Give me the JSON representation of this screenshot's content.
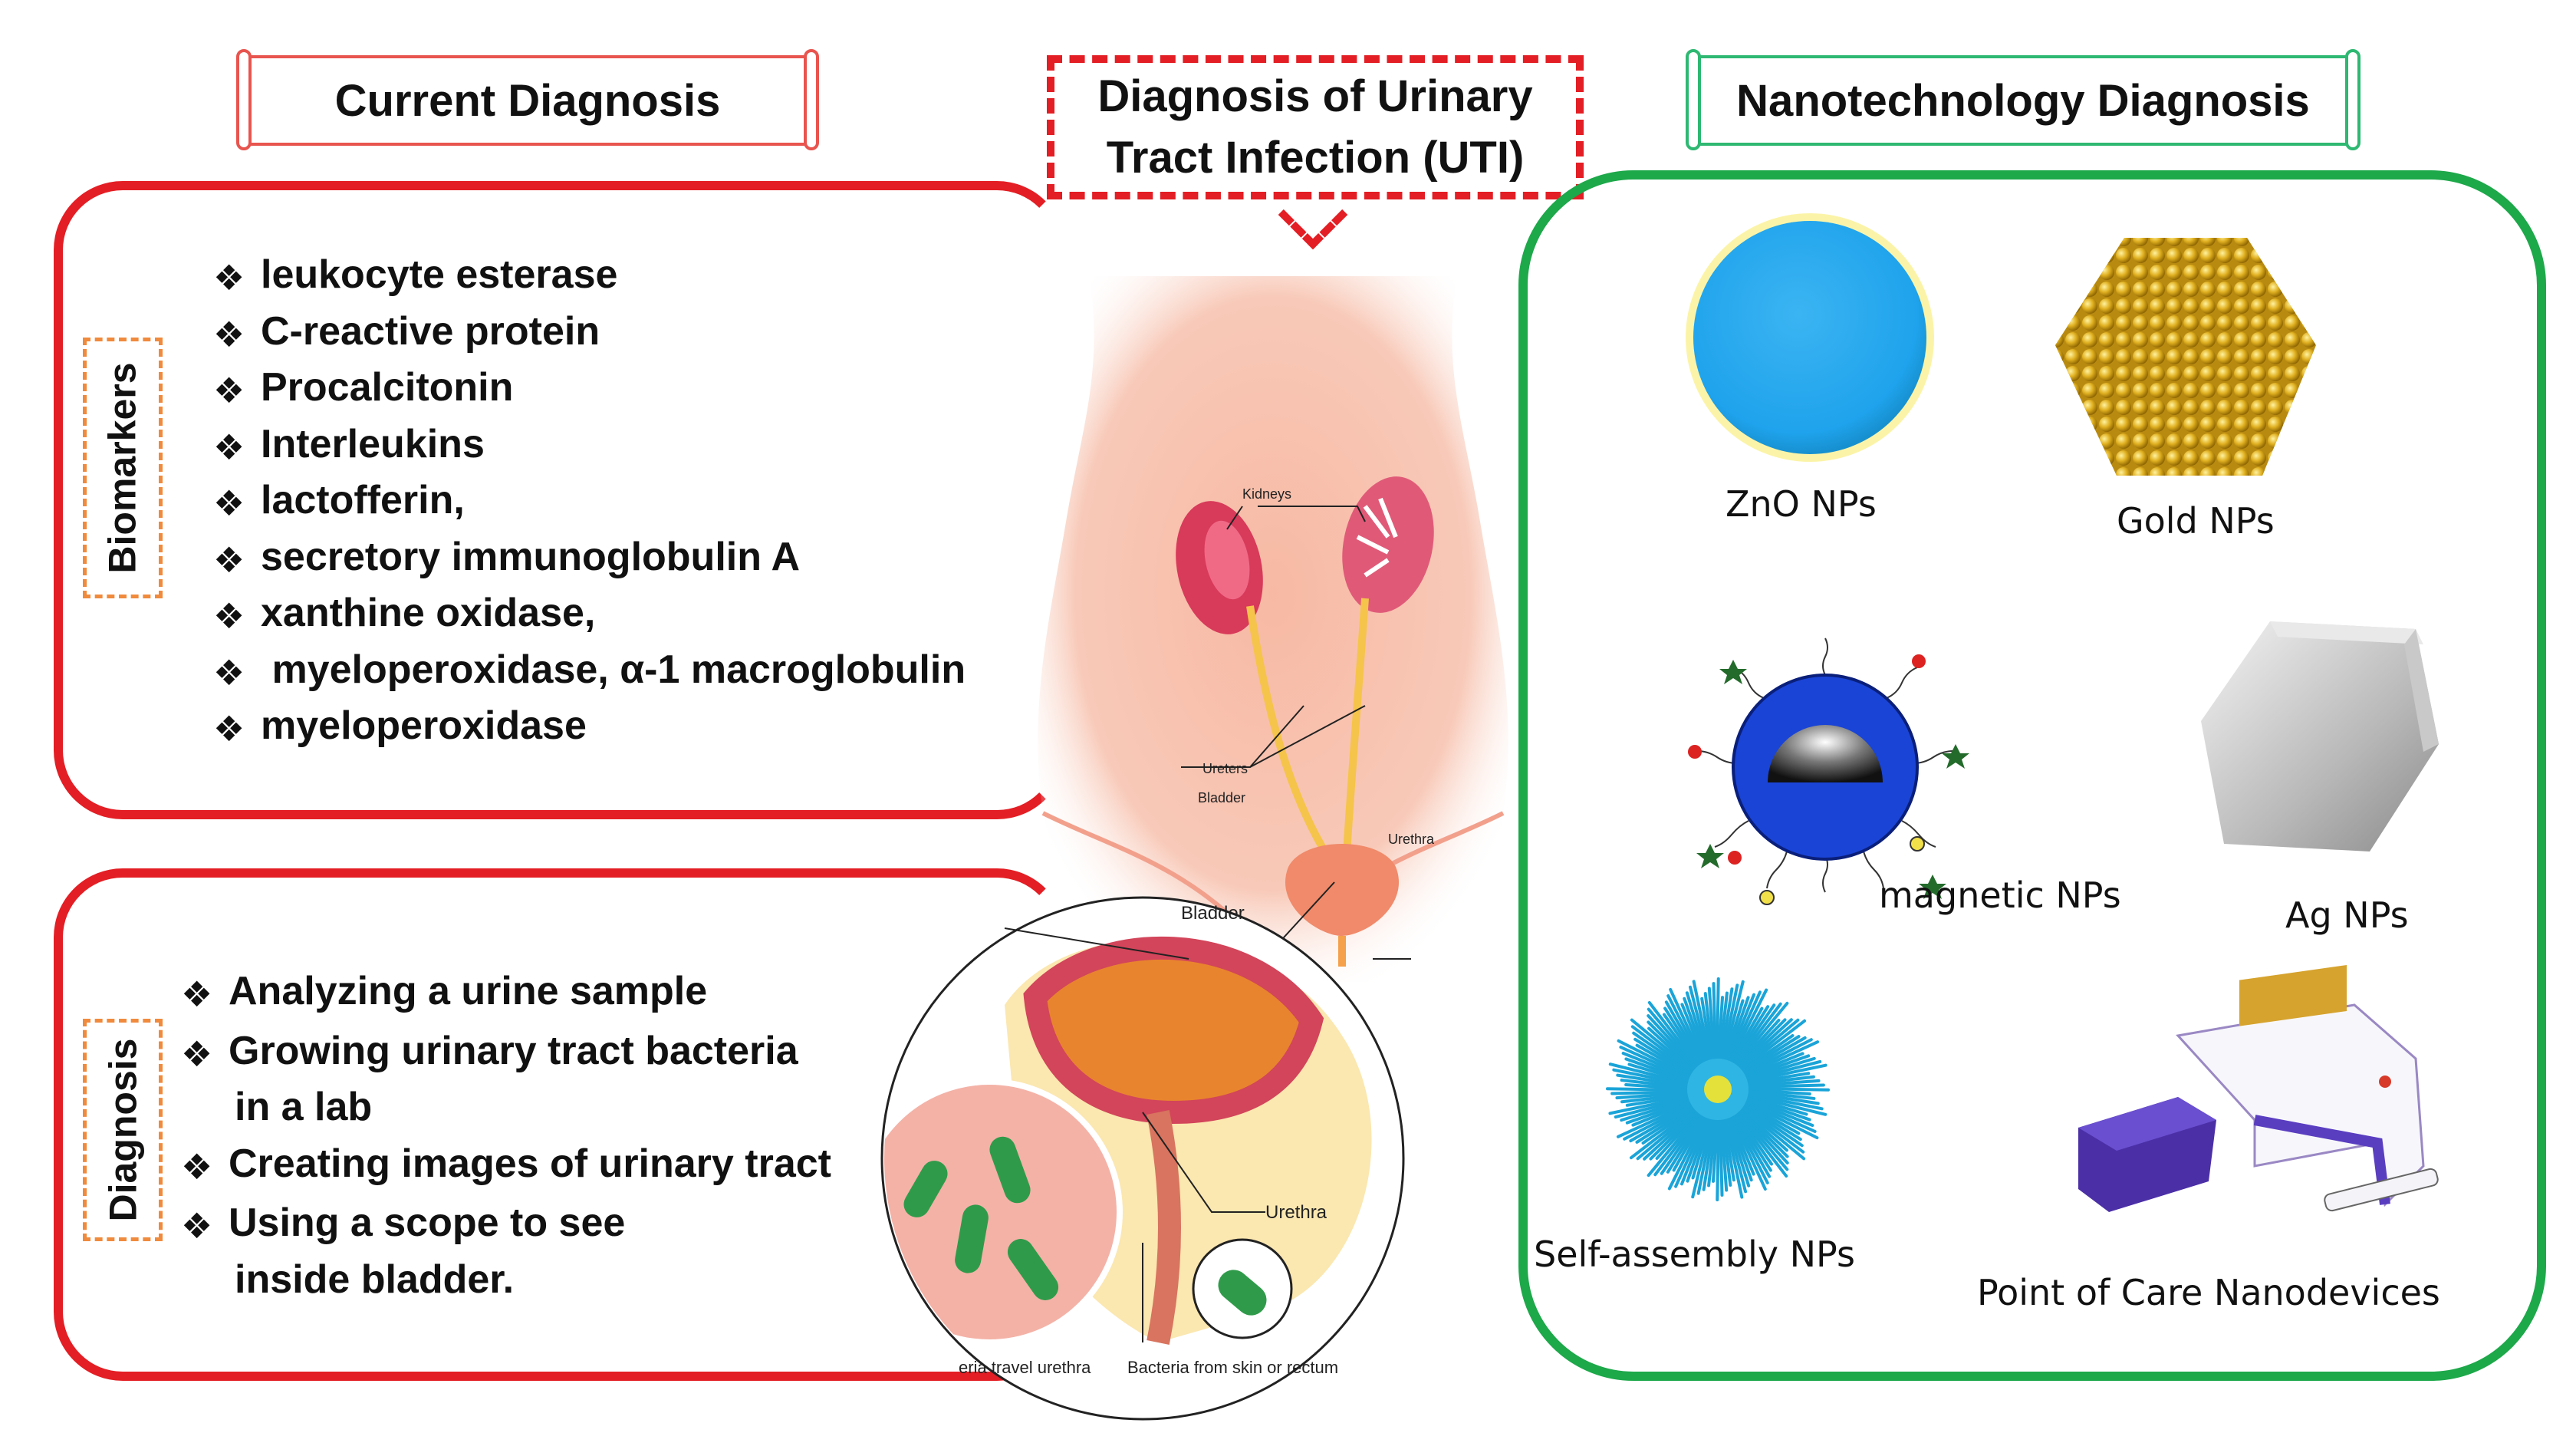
{
  "header_left": "Current Diagnosis",
  "header_right": "Nanotechnology Diagnosis",
  "center_title": {
    "line1": "Diagnosis of Urinary",
    "line2": "Tract Infection (UTI)"
  },
  "biomarkers": {
    "label": "Biomarkers",
    "items": [
      "leukocyte esterase",
      "C-reactive protein",
      "Procalcitonin",
      "Interleukins",
      "lactofferin,",
      "secretory immunoglobulin A",
      "xanthine oxidase,",
      " myeloperoxidase, α-1 macroglobulin",
      "myeloperoxidase"
    ]
  },
  "diagnosis": {
    "label": "Diagnosis",
    "items": [
      [
        "Analyzing a urine sample"
      ],
      [
        "Growing urinary tract bacteria",
        "in a lab"
      ],
      [
        "Creating images of urinary tract"
      ],
      [
        "Using a scope to see",
        "inside bladder."
      ]
    ]
  },
  "anatomy_labels": {
    "kidneys": "Kidneys",
    "ureters": "Ureters",
    "bladder": "Bladder",
    "urethra": "Urethra",
    "inset_bladder": "Bladder",
    "inset_urethra": "Urethra",
    "bacteria_travel": "eria travel urethra",
    "bacteria_from": "Bacteria from skin or rectum"
  },
  "nanoparticles": {
    "zno": "ZnO NPs",
    "gold": "Gold NPs",
    "magnetic": "magnetic NPs",
    "ag": "Ag NPs",
    "self_assembly": "Self-assembly NPs",
    "poc": "Point of Care Nanodevices"
  },
  "bullet_glyph": "❖",
  "colors": {
    "current_border": "#e31e24",
    "nano_border": "#1da84a",
    "label_dash": "#f08a3c",
    "zno": "#1fa3ec",
    "gold": "#d9a520",
    "magnetic": "#1a44d6"
  }
}
